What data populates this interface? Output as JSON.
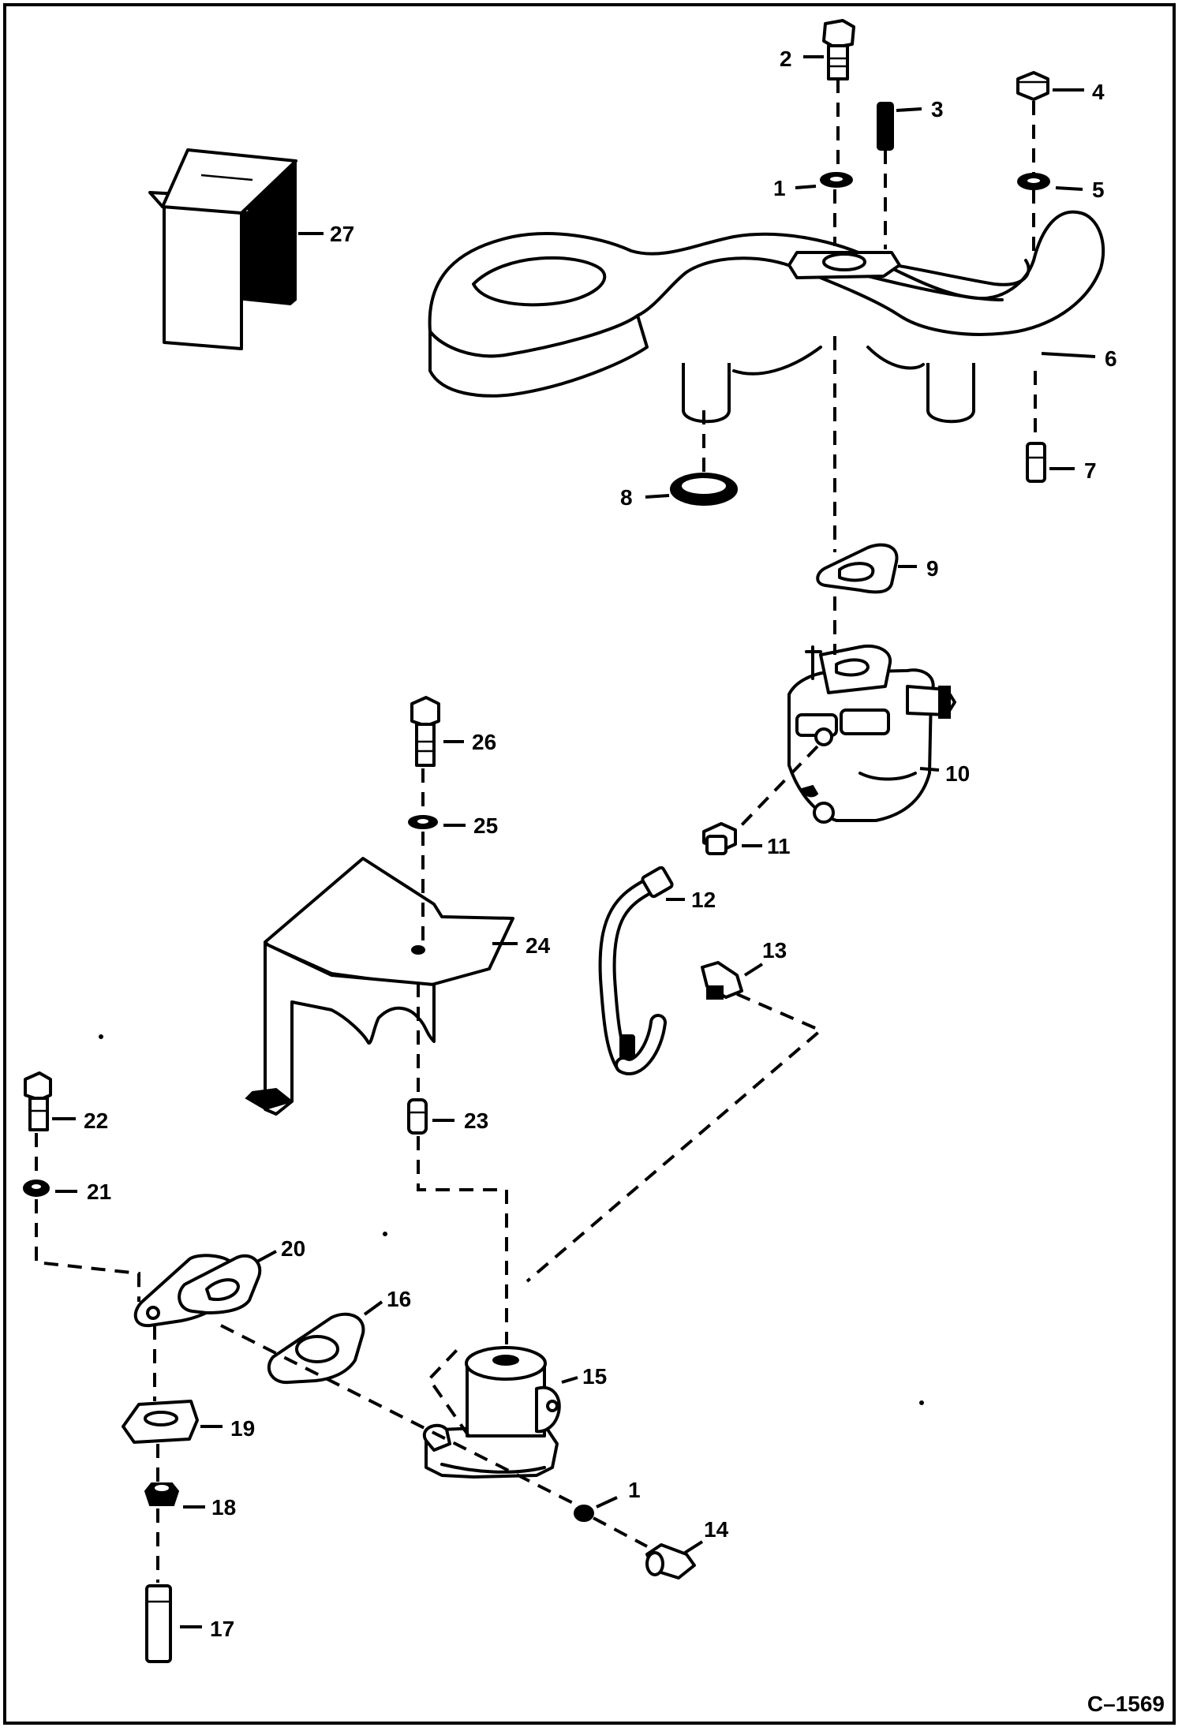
{
  "figure_code": "C–1569",
  "callouts": {
    "c1a": "1",
    "c1b": "1",
    "c2": "2",
    "c3": "3",
    "c4": "4",
    "c5": "5",
    "c6": "6",
    "c7": "7",
    "c8": "8",
    "c9": "9",
    "c10": "10",
    "c11": "11",
    "c12": "12",
    "c13": "13",
    "c14": "14",
    "c15": "15",
    "c16": "16",
    "c17": "17",
    "c18": "18",
    "c19": "19",
    "c20": "20",
    "c21": "21",
    "c22": "22",
    "c23": "23",
    "c24": "24",
    "c25": "25",
    "c26": "26",
    "c27": "27"
  }
}
